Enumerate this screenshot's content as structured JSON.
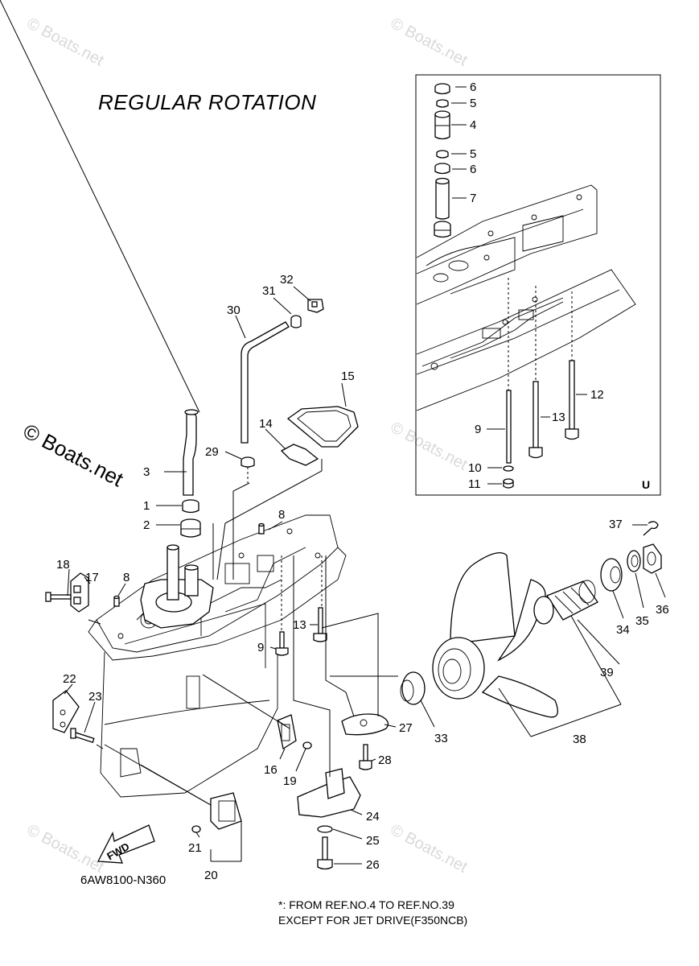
{
  "title": "REGULAR ROTATION",
  "watermark": "© Boats.net",
  "diagram_code": "6AW8100-N360",
  "note_line1": "*: FROM REF.NO.4 TO REF.NO.39",
  "note_line2": "EXCEPT FOR JET DRIVE(F350NCB)",
  "fwd_label": "FWD",
  "inset_label": "U",
  "callouts": {
    "c1": "1",
    "c2": "2",
    "c3": "3",
    "c4": "4",
    "c5a": "5",
    "c5b": "5",
    "c6a": "6",
    "c6b": "6",
    "c7": "7",
    "c8a": "8",
    "c8b": "8",
    "c9a": "9",
    "c9b": "9",
    "c10": "10",
    "c11": "11",
    "c12": "12",
    "c13a": "13",
    "c13b": "13",
    "c14": "14",
    "c15": "15",
    "c16": "16",
    "c17": "17",
    "c18": "18",
    "c19": "19",
    "c20": "20",
    "c21": "21",
    "c22": "22",
    "c23": "23",
    "c24": "24",
    "c25": "25",
    "c26": "26",
    "c27": "27",
    "c28": "28",
    "c29": "29",
    "c30": "30",
    "c31": "31",
    "c32": "32",
    "c33": "33",
    "c34": "34",
    "c35": "35",
    "c36": "36",
    "c37": "37",
    "c38": "38",
    "c39": "39"
  }
}
